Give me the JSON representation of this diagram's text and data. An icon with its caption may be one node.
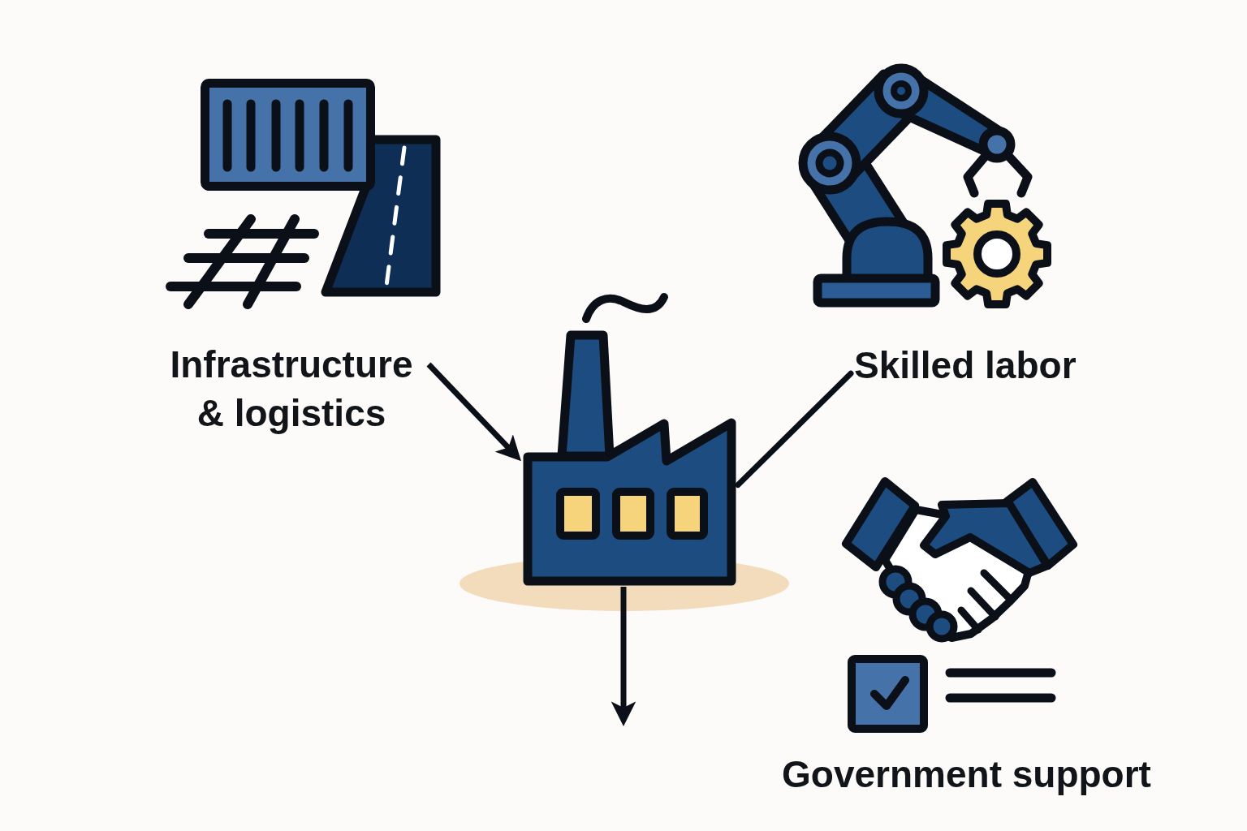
{
  "diagram": {
    "nodes": [
      {
        "text": [
          "Infrastructure & logistics"
        ]
      },
      {
        "text": [
          "Skilled labor"
        ]
      },
      {
        "text": [],
        "shape": "picture"
      }
    ],
    "edges": [
      {
        "from": 0,
        "to": 2,
        "arrow": "to"
      },
      {
        "from": 1,
        "to": 2,
        "arrow": "none"
      },
      {
        "from": 2,
        "to": null,
        "arrow": "to"
      }
    ],
    "labels": [
      "Government support"
    ]
  }
}
